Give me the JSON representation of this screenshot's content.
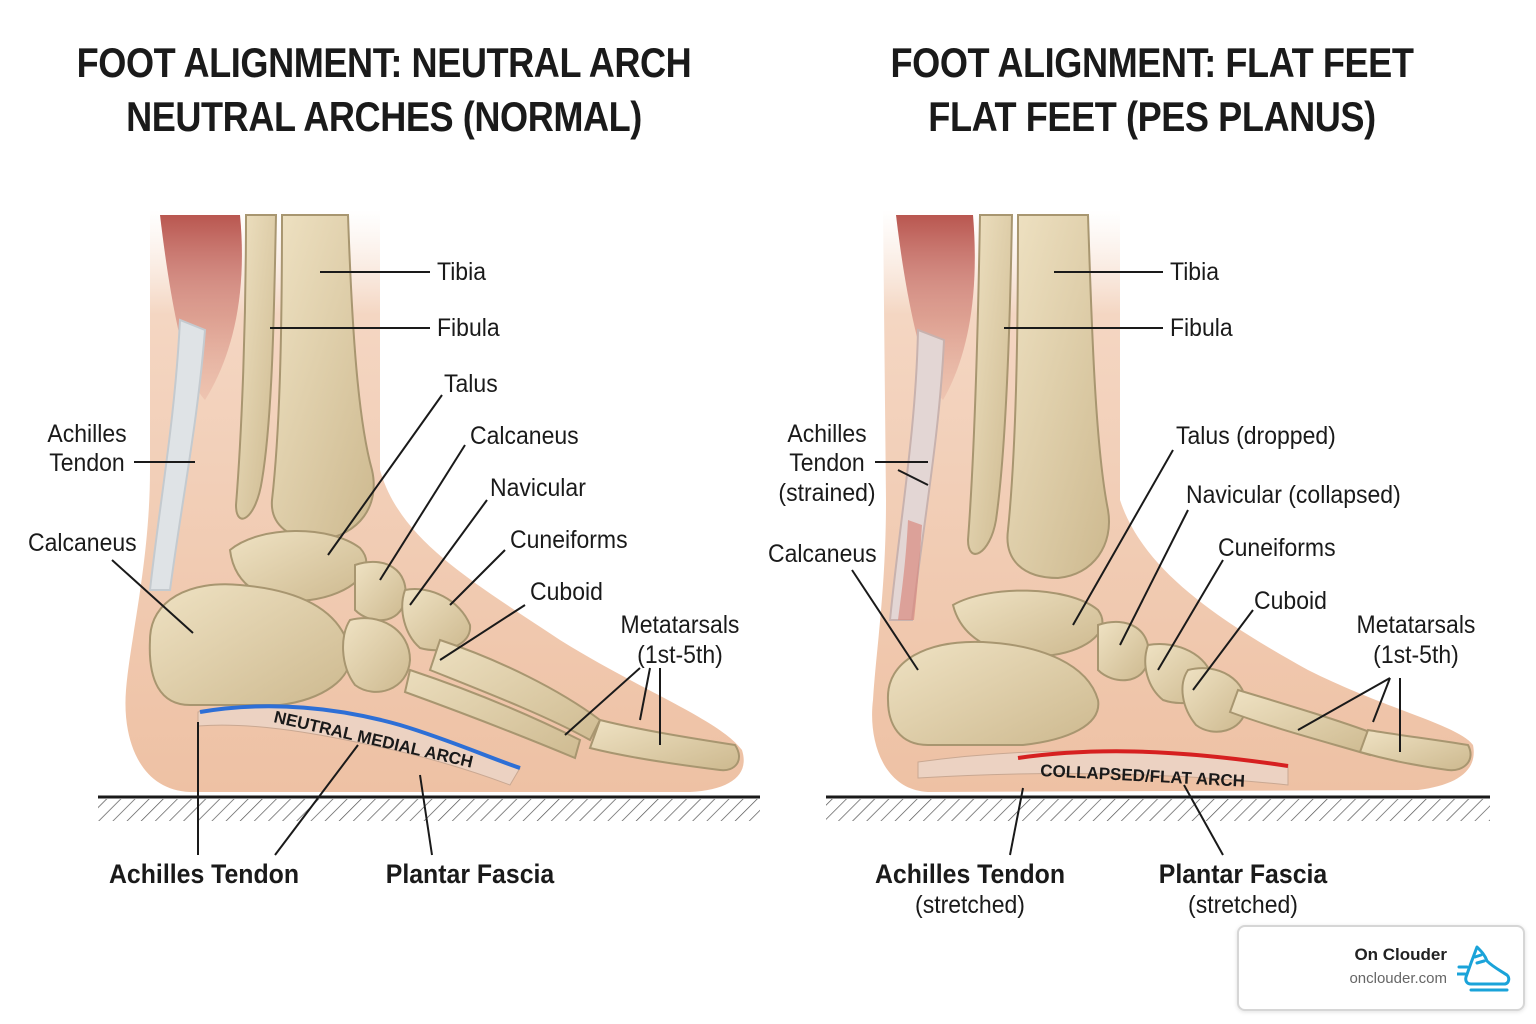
{
  "left": {
    "title_line1": "FOOT ALIGNMENT: NEUTRAL ARCH",
    "title_line2": "NEUTRAL ARCHES (NORMAL)",
    "labels": {
      "tibia": "Tibia",
      "fibula": "Fibula",
      "talus": "Talus",
      "calcaneus_right": "Calcaneus",
      "navicular": "Navicular",
      "cuneiforms": "Cuneiforms",
      "cuboid": "Cuboid",
      "metatarsals_line1": "Metatarsals",
      "metatarsals_line2": "(1st-5th)",
      "achilles_line1": "Achilles",
      "achilles_line2": "Tendon",
      "calcaneus_left": "Calcaneus",
      "arch": "NEUTRAL MEDIAL ARCH",
      "achilles_bottom": "Achilles Tendon",
      "plantar_bottom": "Plantar Fascia"
    },
    "arch_color": "#2d6fd6"
  },
  "right": {
    "title_line1": "FOOT ALIGNMENT: FLAT FEET",
    "title_line2": "FLAT FEET (PES PLANUS)",
    "labels": {
      "tibia": "Tibia",
      "fibula": "Fibula",
      "talus": "Talus (dropped)",
      "navicular": "Navicular (collapsed)",
      "cuneiforms": "Cuneiforms",
      "cuboid": "Cuboid",
      "metatarsals_line1": "Metatarsals",
      "metatarsals_line2": "(1st-5th)",
      "achilles_line1": "Achilles",
      "achilles_line2": "Tendon",
      "achilles_line3": "(strained)",
      "calcaneus": "Calcaneus",
      "arch": "COLLAPSED/FLAT ARCH",
      "achilles_bottom": "Achilles Tendon",
      "achilles_bottom_sub": "(stretched)",
      "plantar_bottom": "Plantar Fascia",
      "plantar_bottom_sub": "(stretched)"
    },
    "arch_color": "#d62020"
  },
  "brand": {
    "name": "On Clouder",
    "url": "onclouder.com",
    "logo_icon": "running-shoe-icon",
    "logo_color": "#1aa3d9"
  },
  "colors": {
    "skin": "#f1c9ae",
    "bone": "#e3d3ae",
    "muscle": "#c0625a",
    "ground": "#1a1a1a"
  }
}
